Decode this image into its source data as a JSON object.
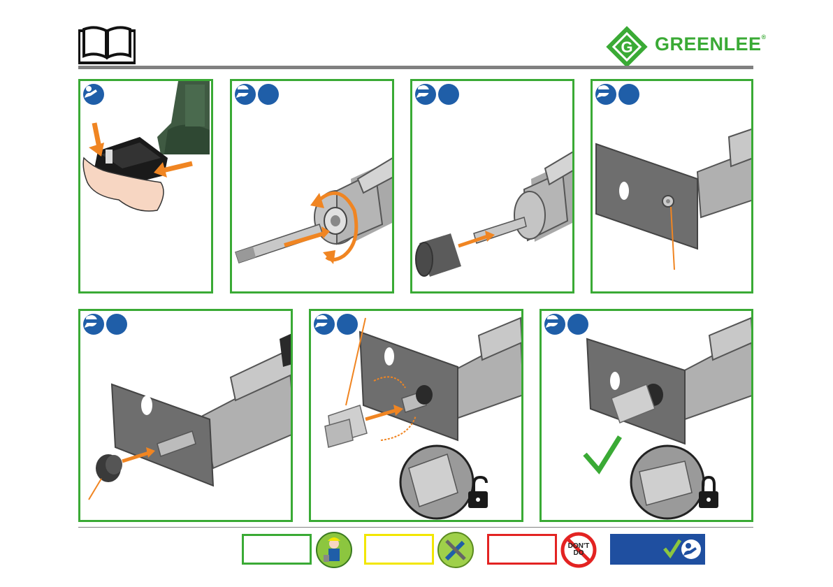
{
  "header": {
    "brand_name": "GREENLEE",
    "brand_mark": "®",
    "logo_letter": "G",
    "manual_icon": "open-book-icon"
  },
  "colors": {
    "panel_border": "#3aaa35",
    "arrow": "#f08522",
    "ppe_blue": "#1f5ea8",
    "header_bar": "#808080",
    "legend_green": "#3aaa35",
    "legend_yellow": "#f2e600",
    "legend_red": "#e32322",
    "legend_blue": "#1f4fa0"
  },
  "panels": [
    {
      "id": 1,
      "ppe": [
        "read-manual-icon"
      ]
    },
    {
      "id": 2,
      "ppe": [
        "read-manual-icon",
        "eye-protection-icon"
      ]
    },
    {
      "id": 3,
      "ppe": [
        "read-manual-icon",
        "eye-protection-icon"
      ]
    },
    {
      "id": 4,
      "ppe": [
        "read-manual-icon",
        "eye-protection-icon"
      ]
    },
    {
      "id": 5,
      "ppe": [
        "read-manual-icon",
        "eye-protection-icon"
      ]
    },
    {
      "id": 6,
      "ppe": [
        "read-manual-icon",
        "eye-protection-icon"
      ],
      "lock_state": "unlocked"
    },
    {
      "id": 7,
      "ppe": [
        "read-manual-icon",
        "eye-protection-icon"
      ],
      "lock_state": "locked"
    }
  ],
  "legend": {
    "dont_text_line1": "DON'T",
    "dont_text_line2": "DO",
    "items": [
      "worker-icon",
      "tools-icon",
      "dont-do-icon",
      "manual-check-icon"
    ]
  }
}
